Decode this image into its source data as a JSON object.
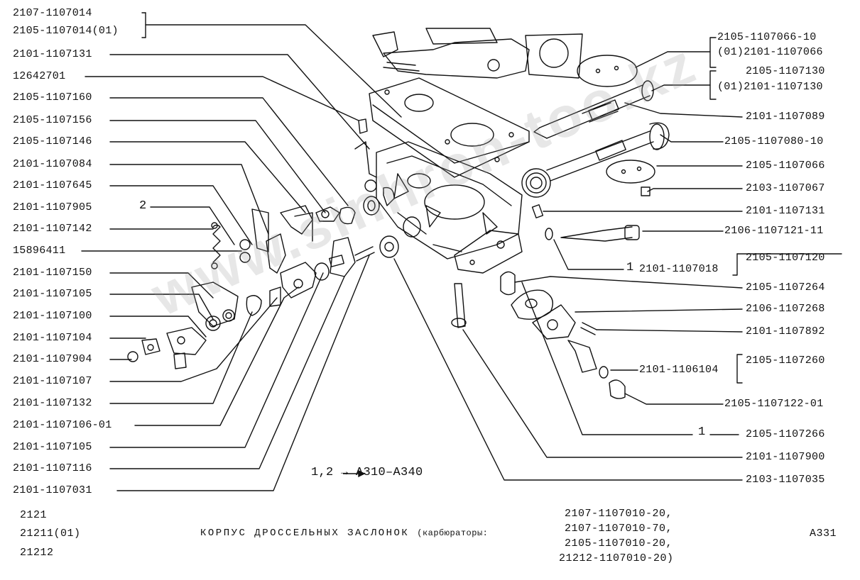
{
  "left_labels": [
    {
      "text": "2107-1107014"
    },
    {
      "text": "2105-1107014(01)"
    },
    {
      "text": "2101-1107131"
    },
    {
      "text": "12642701"
    },
    {
      "text": "2105-1107160"
    },
    {
      "text": "2105-1107156"
    },
    {
      "text": "2105-1107146"
    },
    {
      "text": "2101-1107084"
    },
    {
      "text": "2101-1107645"
    },
    {
      "text": "2101-1107905"
    },
    {
      "text": "2101-1107142"
    },
    {
      "text": "15896411"
    },
    {
      "text": "2101-1107150"
    },
    {
      "text": "2101-1107105"
    },
    {
      "text": "2101-1107100"
    },
    {
      "text": "2101-1107104"
    },
    {
      "text": "2101-1107904"
    },
    {
      "text": "2101-1107107"
    },
    {
      "text": "2101-1107132"
    },
    {
      "text": "2101-1107106-01"
    },
    {
      "text": "2101-1107105"
    },
    {
      "text": "2101-1107116"
    },
    {
      "text": "2101-1107031"
    }
  ],
  "right_labels": [
    {
      "text": "2105-1107066-10"
    },
    {
      "text": "(01)2101-1107066"
    },
    {
      "text": "2105-1107130"
    },
    {
      "text": "(01)2101-1107130"
    },
    {
      "text": "2101-1107089"
    },
    {
      "text": "2105-1107080-10"
    },
    {
      "text": "2105-1107066"
    },
    {
      "text": "2103-1107067"
    },
    {
      "text": "2101-1107131"
    },
    {
      "text": "2106-1107121-11"
    },
    {
      "text": "2105-1107120"
    },
    {
      "text": "2101-1107018"
    },
    {
      "text": "2105-1107264"
    },
    {
      "text": "2106-1107268"
    },
    {
      "text": "2101-1107892"
    },
    {
      "text": "2105-1107260"
    },
    {
      "text": "2101-1106104"
    },
    {
      "text": "2105-1107122-01"
    },
    {
      "text": "2105-1107266"
    },
    {
      "text": "2101-1107900"
    },
    {
      "text": "2103-1107035"
    }
  ],
  "callouts": {
    "two": "2",
    "one_a": "1",
    "one_b": "1",
    "range_note": "1,2 → А310–А340"
  },
  "footer": {
    "models": [
      "2121",
      "21211(01)",
      "21212"
    ],
    "title": "КОРПУС ДРОССЕЛЬНЫХ ЗАСЛОНОК",
    "title_sub": "(карбюраторы:",
    "carburetors": [
      "2107-1107010-20,",
      "2107-1107010-70,",
      "2105-1107010-20,",
      "21212-1107010-20)"
    ],
    "page_code": "А331"
  },
  "watermark": "www.sinhron-too.kz",
  "colors": {
    "ink": "#111111",
    "paper": "#ffffff",
    "watermark": "#a0a0a0"
  }
}
